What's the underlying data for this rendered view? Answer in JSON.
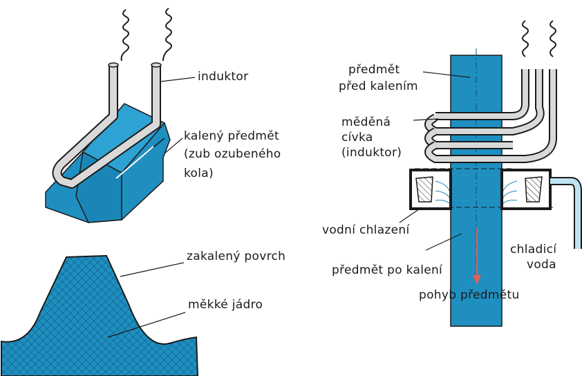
{
  "labels": {
    "induktor": "induktor",
    "kaleny_predmet": "kalený předmět",
    "zub_ozubeneho": "(zub ozubeného",
    "kola": "kola)",
    "zakaleny_povrch": "zakalený povrch",
    "mekke_jadro": "měkké jádro",
    "predmet": "předmět",
    "pred_kalenim": "před kalením",
    "medena": "měděná",
    "civka": "cívka",
    "induktor_paren": "(induktor)",
    "vodni_chlazeni": "vodní chlazení",
    "chladici": "chladicí",
    "voda": "voda",
    "predmet_po_kaleni": "předmět po kalení",
    "pohyb_predmetu": "pohyb předmětu"
  },
  "colors": {
    "steel_blue": "#1f8fc0",
    "copper_coil": "#d9d9d9",
    "line": "#1a1a1a",
    "arrow_red": "#e0605a"
  }
}
